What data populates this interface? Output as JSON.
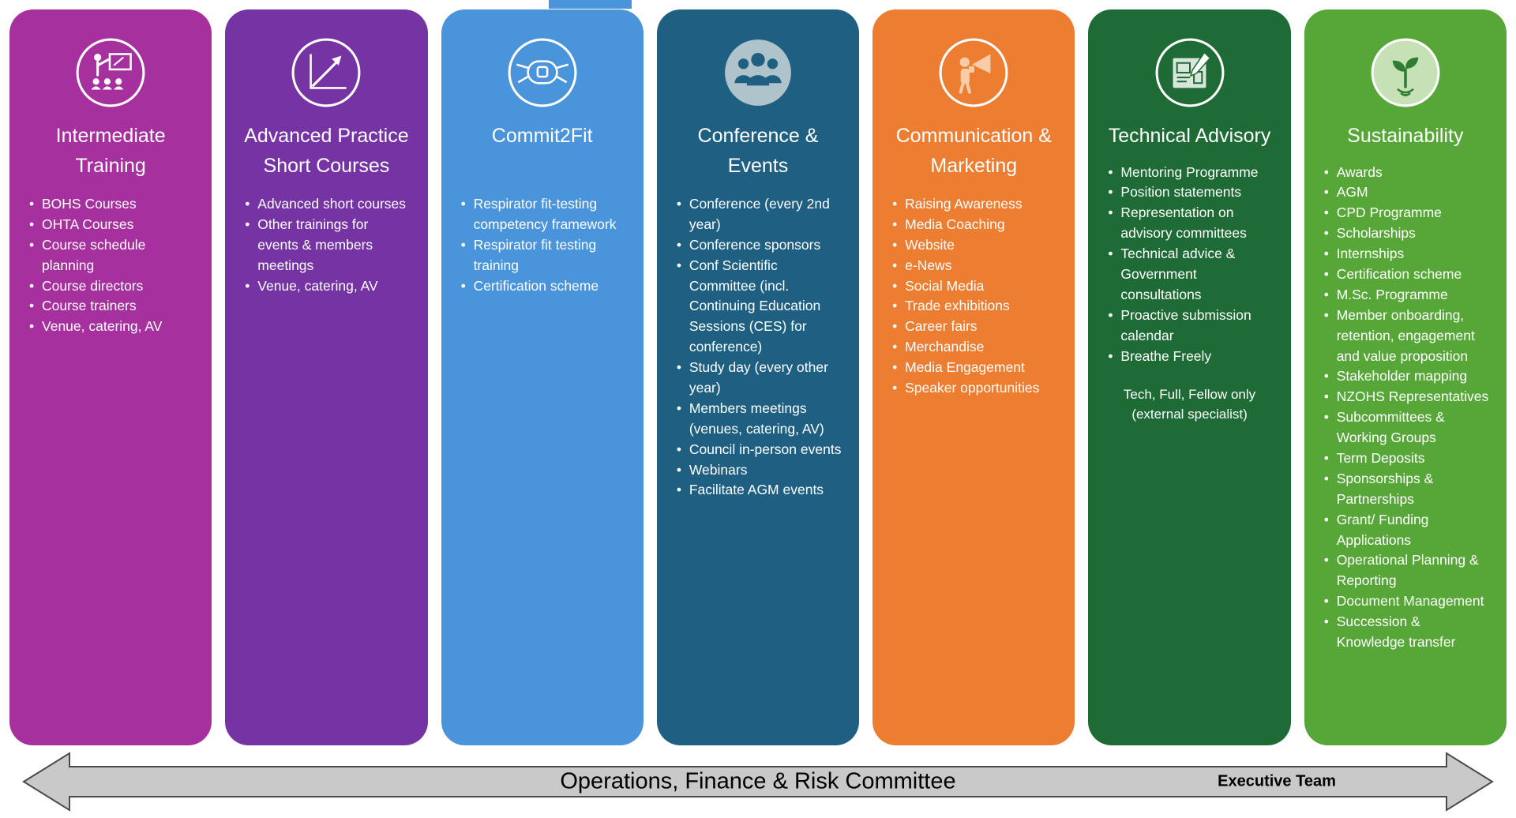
{
  "columns": [
    {
      "title": "Intermediate Training",
      "color": "#A5309E",
      "icon": "training-presentation-icon",
      "items": [
        "BOHS Courses",
        "OHTA Courses",
        "Course schedule planning",
        "Course directors",
        "Course trainers",
        "Venue, catering, AV"
      ]
    },
    {
      "title": "Advanced Practice Short Courses",
      "color": "#7533A3",
      "icon": "growth-chart-icon",
      "items": [
        "Advanced short courses",
        "Other trainings for events & members meetings",
        "Venue, catering, AV"
      ]
    },
    {
      "title": "Commit2Fit",
      "color": "#4A94DB",
      "icon": "respirator-mask-icon",
      "items": [
        "Respirator fit-testing competency framework",
        "Respirator fit testing training",
        "Certification scheme"
      ]
    },
    {
      "title": "Conference & Events",
      "color": "#1F6082",
      "icon": "people-group-icon",
      "items": [
        "Conference (every 2nd year)",
        "Conference sponsors",
        "Conf Scientific Committee (incl. Continuing Education Sessions (CES) for conference)",
        "Study day (every other year)",
        "Members meetings (venues, catering, AV)",
        "Council in-person events",
        "Webinars",
        "Facilitate AGM events"
      ]
    },
    {
      "title": "Communication & Marketing",
      "color": "#ED7D31",
      "icon": "megaphone-person-icon",
      "items": [
        "Raising Awareness",
        "Media Coaching",
        "Website",
        "e-News",
        "Social Media",
        "Trade exhibitions",
        "Career fairs",
        "Merchandise",
        "Media Engagement",
        "Speaker opportunities"
      ]
    },
    {
      "title": "Technical Advisory",
      "color": "#1E6B35",
      "icon": "technical-drawing-icon",
      "items": [
        "Mentoring Programme",
        "Position statements",
        "Representation on advisory committees",
        "Technical advice & Government consultations",
        "Proactive submission calendar",
        "Breathe Freely"
      ],
      "note": "Tech, Full, Fellow only (external specialist)"
    },
    {
      "title": "Sustainability",
      "color": "#56A738",
      "icon": "seedling-icon",
      "items": [
        "Awards",
        "AGM",
        "CPD Programme",
        "Scholarships",
        "Internships",
        "Certification scheme",
        "M.Sc. Programme",
        "Member onboarding, retention, engagement and value proposition",
        "Stakeholder mapping",
        "NZOHS Representatives",
        "Subcommittees & Working Groups",
        "Term Deposits",
        "Sponsorships & Partnerships",
        "Grant/ Funding Applications",
        "Operational Planning & Reporting",
        "Document Management",
        "Succession & Knowledge transfer"
      ]
    }
  ],
  "bottom": {
    "label": "Operations, Finance & Risk Committee",
    "right_label": "Executive Team",
    "fill": "#C9C9C9",
    "stroke": "#4A4A4A"
  }
}
